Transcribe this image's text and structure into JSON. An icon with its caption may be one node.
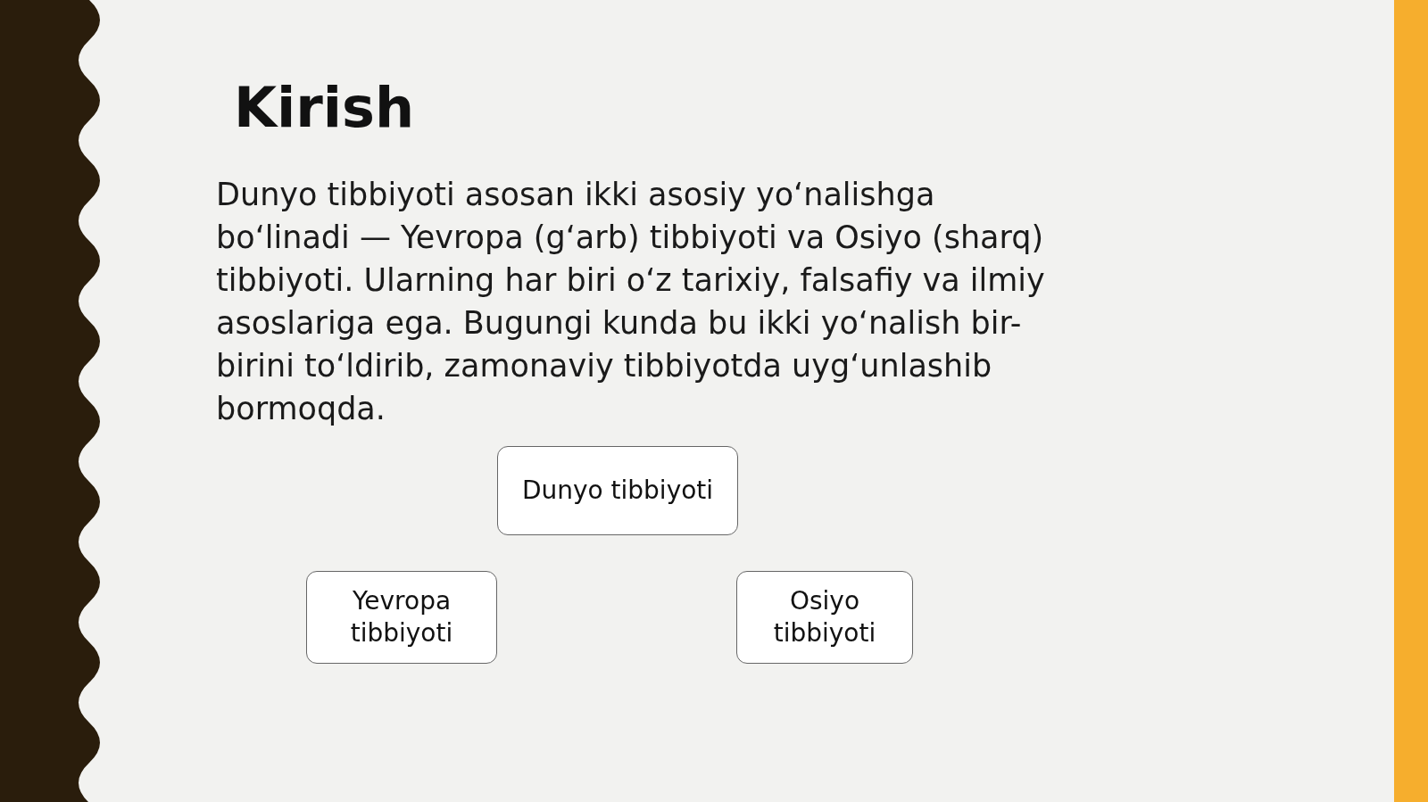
{
  "diagram": {
    "title": "Kirish",
    "nodes": [
      {
        "text": [
          "Dunyo tibbiyoti"
        ]
      },
      {
        "text": [
          "Yevropa tibbiyoti"
        ]
      },
      {
        "text": [
          "Osiyo tibbiyoti"
        ]
      },
      {
        "text": [],
        "shape": "band"
      },
      {
        "text": [],
        "shape": "bar"
      }
    ],
    "labels": [
      "Dunyo tibbiyoti asosan ikki asosiy yo‘nalishga bo‘linadi — Yevropa (g‘arb) tibbiyoti va Osiyo (sharq) tibbiyoti. Ularning har biri o‘z tarixiy, falsafiy va ilmiy asoslariga ega. Bugungi kunda bu ikki yo‘nalish bir-birini to‘ldirib, zamonaviy tibbiyotda uyg‘unlashib bormoqda."
    ]
  }
}
